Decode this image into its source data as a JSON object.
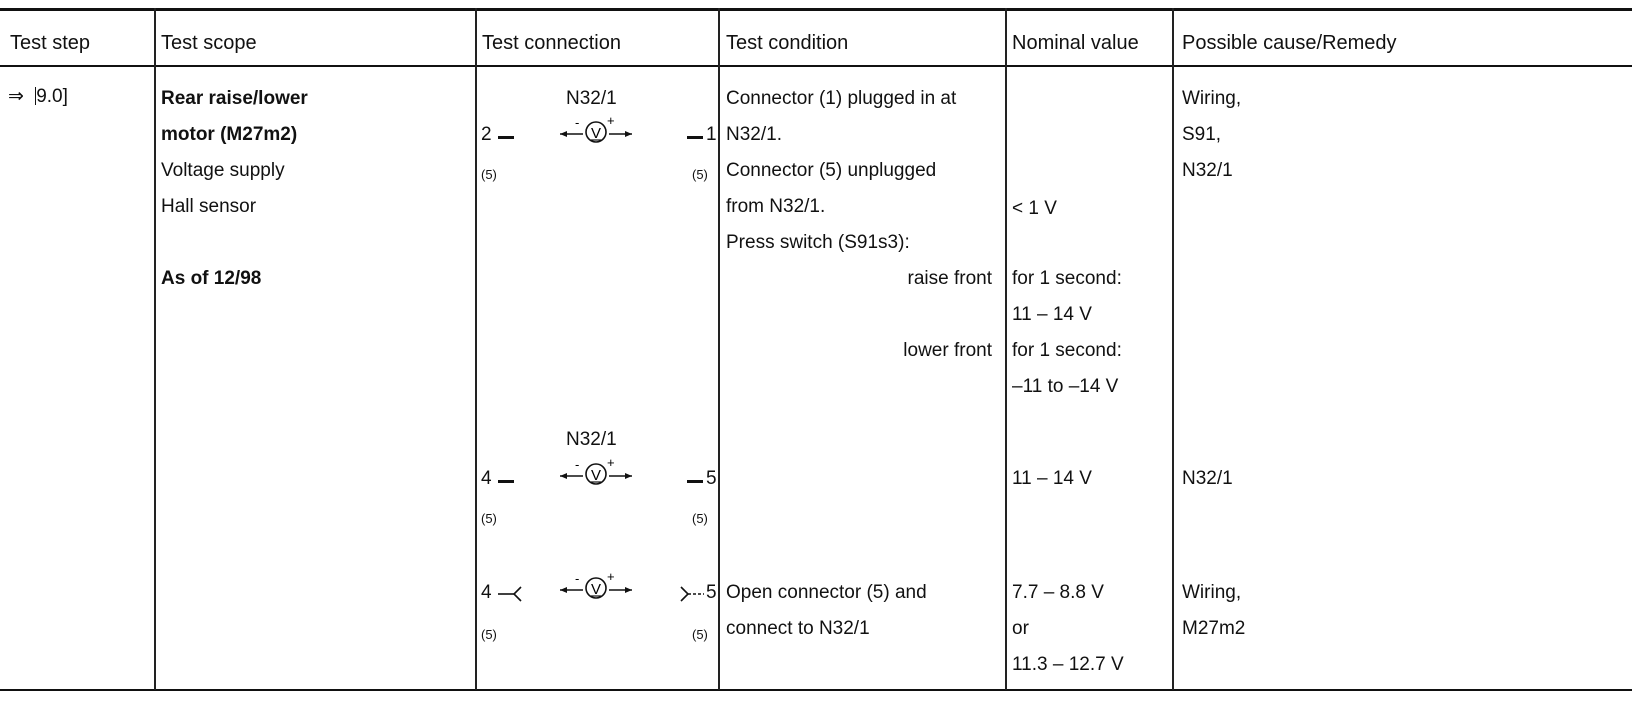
{
  "table": {
    "headers": {
      "test_step": "Test step",
      "test_scope": "Test scope",
      "test_connection": "Test connection",
      "test_condition": "Test condition",
      "nominal_value": "Nominal value",
      "possible_cause": "Possible cause/Remedy"
    },
    "step": {
      "arrow": "⇒",
      "value": "9.0"
    },
    "scope": {
      "line1": "Rear raise/lower",
      "line2": "motor (M27m2)",
      "line3": "Voltage supply",
      "line4": "Hall sensor",
      "line5": "As of 12/98"
    },
    "connection_1": {
      "label": "N32/1",
      "left_pin": "2",
      "right_pin": "1",
      "left_conn": "(5)",
      "right_conn": "(5)"
    },
    "connection_2": {
      "label": "N32/1",
      "left_pin": "4",
      "right_pin": "5",
      "left_conn": "(5)",
      "right_conn": "(5)"
    },
    "connection_3": {
      "left_pin": "4",
      "right_pin": "5",
      "left_conn": "(5)",
      "right_conn": "(5)"
    },
    "condition_1": {
      "line1": "Connector (1) plugged in at",
      "line2": "N32/1.",
      "line3": "Connector (5) unplugged",
      "line4": "from N32/1.",
      "line5": "Press switch (S91s3):",
      "line6": "raise front",
      "line7": "lower front"
    },
    "condition_3": {
      "line1": "Open connector (5) and",
      "line2": "connect to N32/1"
    },
    "nominal_1": {
      "v1": "< 1 V",
      "v2": "for 1 second:",
      "v3": "11 – 14 V",
      "v4": "for 1 second:",
      "v5": "–11 to –14 V"
    },
    "nominal_2": {
      "v1": "11 – 14 V"
    },
    "nominal_3": {
      "v1": "7.7 – 8.8 V",
      "v2": "or",
      "v3": "11.3 – 12.7 V"
    },
    "cause_1": {
      "line1": "Wiring,",
      "line2": "S91,",
      "line3": "N32/1"
    },
    "cause_2": {
      "line1": "N32/1"
    },
    "cause_3": {
      "line1": "Wiring,",
      "line2": "M27m2"
    }
  }
}
